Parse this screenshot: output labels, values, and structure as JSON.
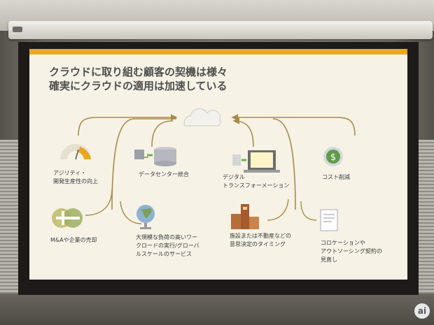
{
  "slide": {
    "title_line1": "クラウドに取り組む顧客の契機は様々",
    "title_line2": "確実にクラウドの適用は加速している",
    "labels": {
      "agility_1": "アジリティ・",
      "agility_2": "開発生産性の向上",
      "datacenter": "データセンター統合",
      "digital_1": "デジタル",
      "digital_2": "トランスフォーメーション",
      "cost": "コスト削減",
      "ma": "M&Aや企業の売却",
      "workload_1": "大規模な負荷の高いワー",
      "workload_2": "クロードの実行/グローバ",
      "workload_3": "ルスケールのサービス",
      "facility_1": "施設または不動産などの",
      "facility_2": "意思決定のタイミング",
      "colo_1": "コロケーションや",
      "colo_2": "アウトソーシング契約の",
      "colo_3": "見直し"
    }
  },
  "watermark": "ai",
  "colors": {
    "accent": "#e8a820",
    "slide_bg": "#f6f2e6",
    "arrow": "#a88b4a"
  }
}
